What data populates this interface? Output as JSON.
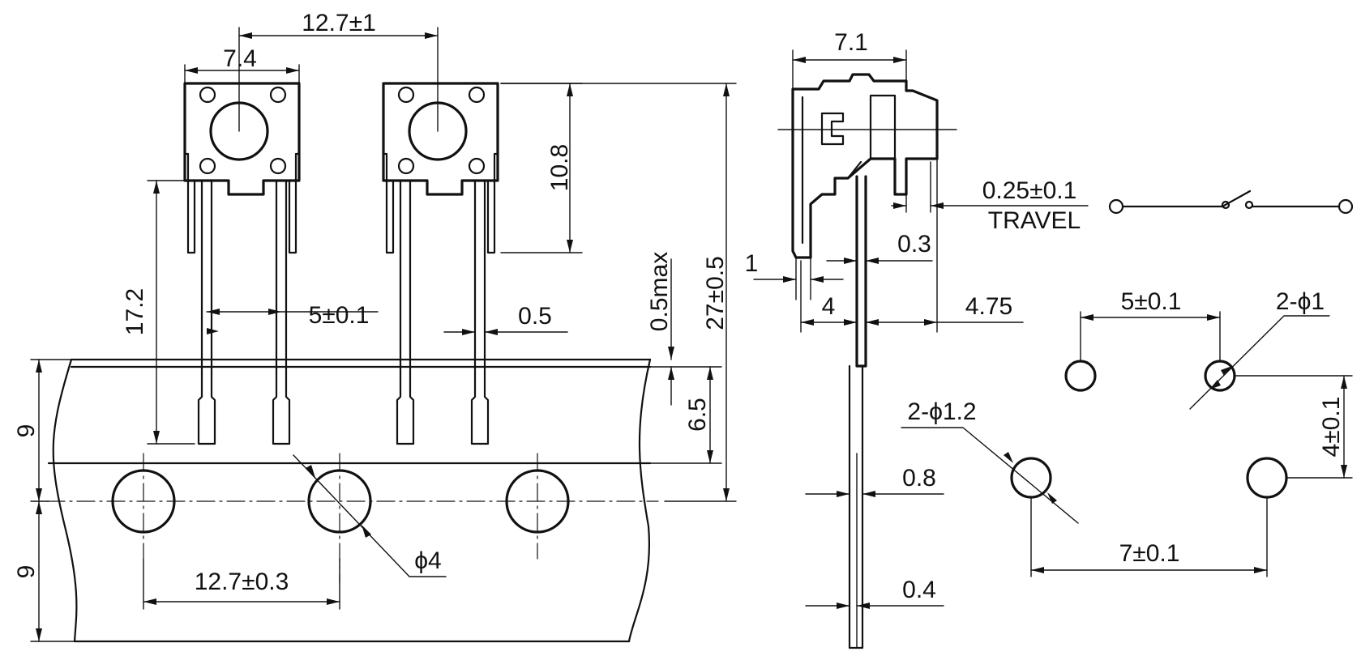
{
  "dimensions": {
    "pitch_top": "12.7±1",
    "body_width": "7.4",
    "body_height": "10.8",
    "lead_length": "17.2",
    "lead_pitch": "5±0.1",
    "lead_width": "0.5",
    "protrusion": "0.5max",
    "overall_height": "27±0.5",
    "tape_offset": "6.5",
    "tape_half_upper": "9",
    "tape_half_lower": "9",
    "hole_diameter": "ϕ4",
    "hole_pitch": "12.7±0.3",
    "side_width": "7.1",
    "travel_value": "0.25±0.1",
    "travel_label": "TRAVEL",
    "thickness_03": "0.3",
    "side_1": "1",
    "side_4": "4",
    "side_475": "4.75",
    "thickness_08": "0.8",
    "thickness_04": "0.4",
    "pcb_pitch_top": "5±0.1",
    "pcb_small_hole": "2-ϕ1",
    "pcb_large_hole": "2-ϕ1.2",
    "pcb_vertical": "4±0.1",
    "pcb_pitch_bottom": "7±0.1"
  }
}
